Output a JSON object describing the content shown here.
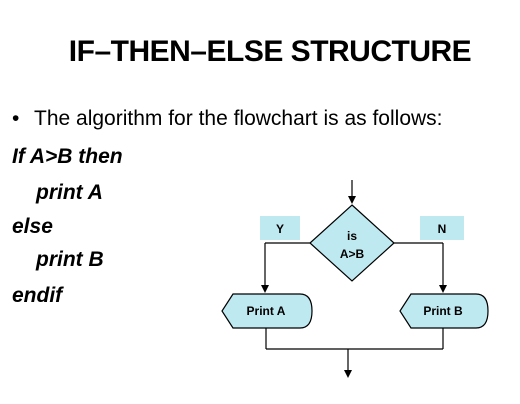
{
  "slide": {
    "title": "IF–THEN–ELSE STRUCTURE",
    "bullet_symbol": "•",
    "bullet_text": "The algorithm for the flowchart is as follows:",
    "code": {
      "line1": "If A>B then",
      "line2": "print A",
      "line3": "else",
      "line4": "print B",
      "line5": "endif"
    }
  },
  "flowchart": {
    "decision_line1": "is",
    "decision_line2": "A>B",
    "yes_label": "Y",
    "no_label": "N",
    "yes_box": "Print A",
    "no_box": "Print B",
    "colors": {
      "decision_fill": "#bfe9f0",
      "label_fill": "#bfe9f0",
      "box_fill": "#bfe9f0",
      "stroke": "#000000"
    }
  }
}
